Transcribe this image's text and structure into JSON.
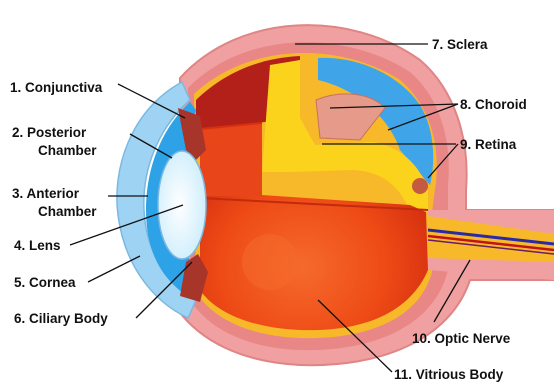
{
  "labels": {
    "conjunctiva": "1. Conjunctiva",
    "posterior_1": "2.  Posterior",
    "posterior_2": "Chamber",
    "anterior_1": "3.  Anterior",
    "anterior_2": "Chamber",
    "lens": "4.  Lens",
    "cornea": "5.  Cornea",
    "ciliary": "6.  Ciliary Body",
    "sclera": "7.  Sclera",
    "choroid": "8.  Choroid",
    "retina": "9.  Retina",
    "optic": "10.  Optic Nerve",
    "vitrious": "11.  Vitrious Body"
  },
  "colors": {
    "sclera": "#f0a0a0",
    "sclera_dark": "#e27a7a",
    "choroid": "#f7b92a",
    "retina_yellow": "#fcd31c",
    "vitreous": "#ee4b16",
    "vitreous_dark": "#d22f0f",
    "cornea": "#9fd3f3",
    "anterior": "#2ea2e6",
    "lens": "#f2fbff",
    "blue_region": "#3fa4e8",
    "optic_blue": "#2a2aa6"
  }
}
